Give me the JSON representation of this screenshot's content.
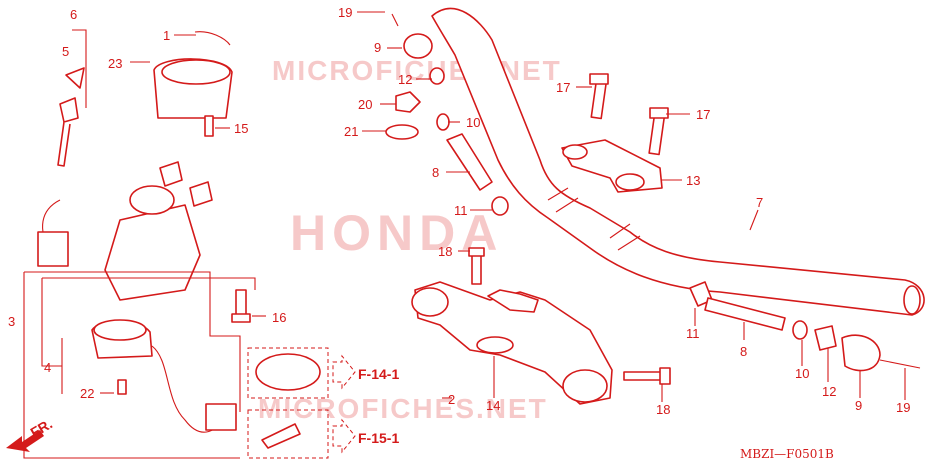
{
  "watermarks": {
    "site_top": "MICROFICHES.NET",
    "brand": "HONDA",
    "site_bottom": "MICROFICHES.NET"
  },
  "part_numbers": [
    "1",
    "2",
    "3",
    "4",
    "5",
    "6",
    "7",
    "8",
    "8",
    "9",
    "9",
    "10",
    "10",
    "11",
    "11",
    "12",
    "12",
    "13",
    "14",
    "15",
    "16",
    "17",
    "17",
    "18",
    "18",
    "19",
    "19",
    "20",
    "21",
    "22",
    "23"
  ],
  "references": {
    "ref_top": "F-14-1",
    "ref_bottom": "F-15-1"
  },
  "front_indicator": "FR.",
  "diagram_code": "MBZI—F0501B",
  "colors": {
    "ink": "#d41a1a",
    "watermark": "#f6c9c9",
    "background": "#ffffff"
  }
}
